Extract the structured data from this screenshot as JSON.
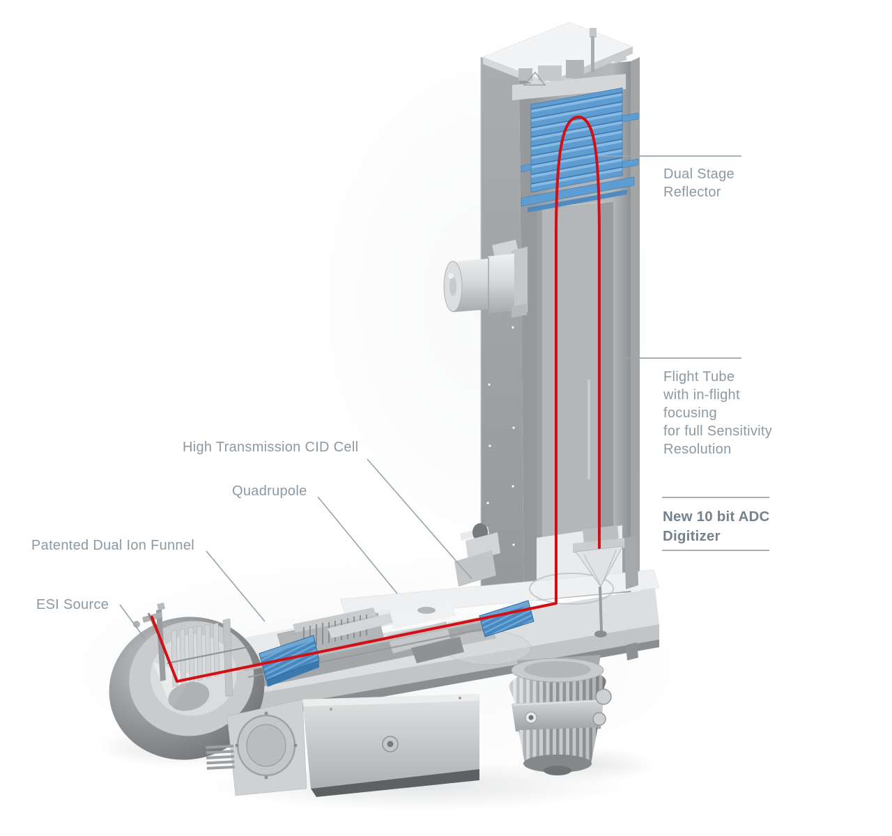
{
  "labels": {
    "dual_stage_reflector": {
      "lines": [
        "Dual Stage",
        "Reflector"
      ]
    },
    "flight_tube": {
      "lines": [
        "Flight Tube",
        "with in-flight",
        "focusing",
        "for full Sensitivity",
        "Resolution"
      ]
    },
    "adc_digitizer": {
      "lines": [
        "New 10 bit ADC",
        "Digitizer"
      ]
    },
    "cid_cell": {
      "text": "High Transmission CID Cell"
    },
    "quadrupole": {
      "text": "Quadrupole"
    },
    "ion_funnel": {
      "text": "Patented Dual Ion Funnel"
    },
    "esi_source": {
      "text": "ESI Source"
    }
  },
  "colors": {
    "label_text": "#8c99a3",
    "label_text_bold": "#73828d",
    "leader_line": "#9aa6ad",
    "ion_path_red": "#d20f15",
    "component_blue": "#4788c0",
    "reflector_blue": "#5e9dd2",
    "machine_gray": "#a8abad",
    "background": "#ffffff"
  }
}
